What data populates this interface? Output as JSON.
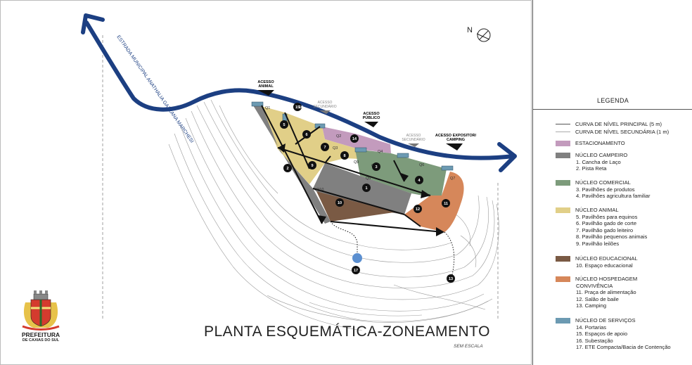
{
  "road": {
    "name": "ESTRADA MUNICIPAL ANATHALIA GAZZANA MARCHESI"
  },
  "north": {
    "label": "N"
  },
  "access": {
    "animal": [
      "ACESSO",
      "ANIMAL"
    ],
    "secundario1": [
      "ACESSO",
      "SECUNDÁRIO"
    ],
    "publico": [
      "ACESSO",
      "PÚBLICO"
    ],
    "secundario2": [
      "ACESSO",
      "SECUNDÁRIO"
    ],
    "expositor": [
      "ACESSO EXPOSITOR/",
      "CAMPING"
    ]
  },
  "quadras": [
    "Q1",
    "Q2",
    "Q3",
    "Q4",
    "Q5",
    "Q6",
    "Q7",
    "Q8",
    "Q9",
    "Q10"
  ],
  "markers": [
    "1",
    "2",
    "3",
    "4",
    "5",
    "6",
    "7",
    "8",
    "9",
    "10",
    "11",
    "12",
    "13",
    "14",
    "15",
    "16",
    "17"
  ],
  "title": "PLANTA ESQUEMÁTICA-ZONEAMENTO",
  "scale_note": "SEM ESCALA",
  "logo": {
    "line1": "PREFEITURA",
    "line2": "DE CAXIAS DO SUL"
  },
  "legend": {
    "title": "LEGENDA",
    "curva_principal": "CURVA DE NÍVEL PRINCIPAL (5 m)",
    "curva_secundaria": "CURVA DE NÍVEL SECUNDÁRIA (1 m)",
    "groups": [
      {
        "color": "#c39bbd",
        "title": "ESTACIONAMENTO",
        "items": []
      },
      {
        "color": "#808080",
        "title": "NÚCLEO CAMPEIRO",
        "items": [
          "1. Cancha de Laço",
          "2.  Pista Reta"
        ]
      },
      {
        "color": "#7d9b7b",
        "title": "NÚCLEO COMERCIAL",
        "items": [
          "3. Pavilhões de produtos",
          "4. Pavilhões agricultura familiar"
        ]
      },
      {
        "color": "#e1cf88",
        "title": "NÚCLEO ANIMAL",
        "items": [
          "5. Pavilhões para equinos",
          "6. Pavilhão gado de corte",
          "7. Pavilhão gado leiteiro",
          "8. Pavilhão pequenos animais",
          "9. Pavilhão leilões"
        ]
      },
      {
        "color": "#7a5a44",
        "title": "NÚCLEO EDUCACIONAL",
        "items": [
          "10. Espaço educacional"
        ]
      },
      {
        "color": "#d6875a",
        "title": "NÚCLEO HOSPEDAGEM",
        "title2": "CONVIVÊNCIA",
        "items": [
          "11. Praça de alimentação",
          "12. Salão de baile",
          "13. Camping"
        ]
      },
      {
        "color": "#6c9ab2",
        "title": "NÚCLEO DE SERVIÇOS",
        "items": [
          "14. Portarias",
          "15. Espaços de apoio",
          "16. Subestação",
          "17. ETE Compacta/Bacia de Contenção"
        ]
      }
    ]
  }
}
